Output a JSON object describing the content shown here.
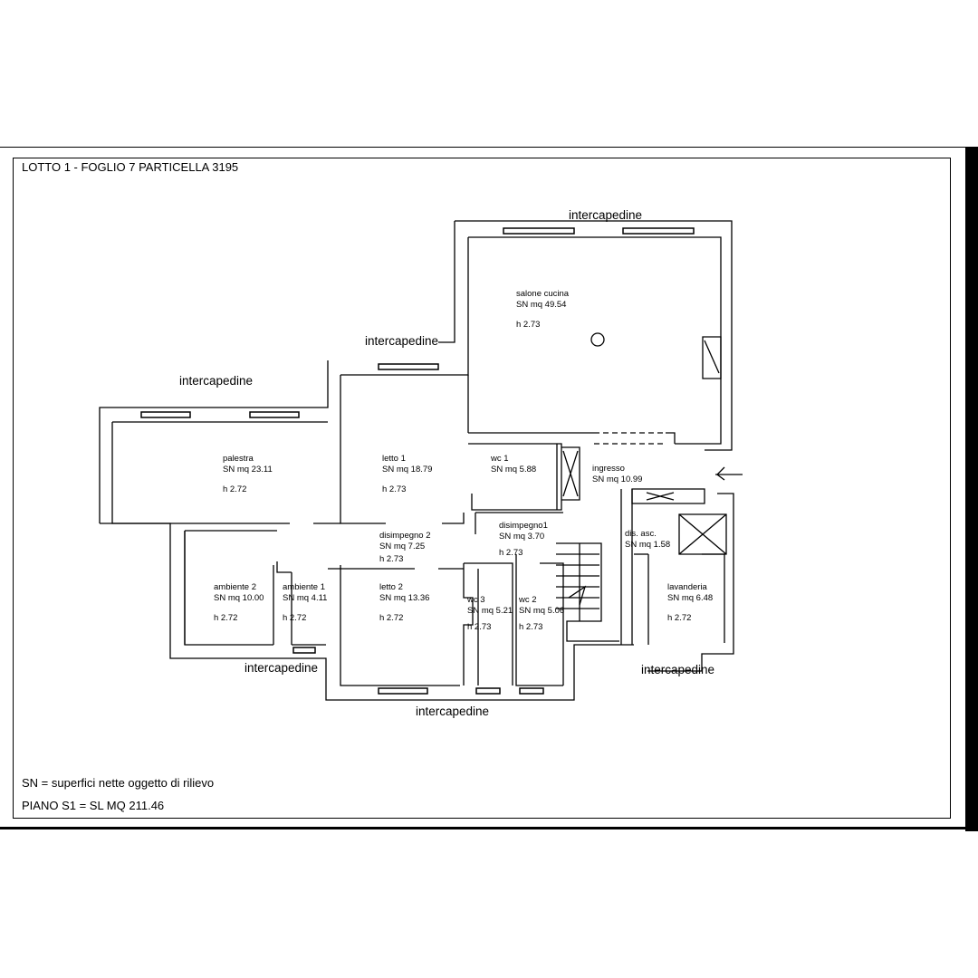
{
  "drawing": {
    "title": "LOTTO 1 - FOGLIO 7 PARTICELLA 3195",
    "legend_sn": "SN = superfici nette oggetto di rilievo",
    "legend_piano": "PIANO S1 = SL MQ 211.46"
  },
  "outside_labels": [
    "intercapedine",
    "intercapedine",
    "intercapedine",
    "intercapedine",
    "intercapedine",
    "intercapedine"
  ],
  "rooms": [
    {
      "name": "salone cucina",
      "area": "SN mq 49.54",
      "height": "h 2.73"
    },
    {
      "name": "palestra",
      "area": "SN mq 23.11",
      "height": "h 2.72"
    },
    {
      "name": "letto 1",
      "area": "SN mq 18.79",
      "height": "h 2.73"
    },
    {
      "name": "wc 1",
      "area": "SN mq 5.88",
      "height": ""
    },
    {
      "name": "ingresso",
      "area": "SN mq 10.99",
      "height": ""
    },
    {
      "name": "disimpegno 2",
      "area": "SN mq 7.25",
      "height": "h 2.73"
    },
    {
      "name": "disimpegno1",
      "area": "SN mq 3.70",
      "height": "h 2.73"
    },
    {
      "name": "dis. asc.",
      "area": "SN mq 1.58",
      "height": ""
    },
    {
      "name": "ambiente 2",
      "area": "SN mq 10.00",
      "height": "h 2.72"
    },
    {
      "name": "ambiente 1",
      "area": "SN mq 4.11",
      "height": "h 2.72"
    },
    {
      "name": "letto 2",
      "area": "SN mq 13.36",
      "height": "h 2.72"
    },
    {
      "name": "wc 3",
      "area": "SN mq 5.21",
      "height": "h 2.73"
    },
    {
      "name": "wc 2",
      "area": "SN mq 5.06",
      "height": "h 2.73"
    },
    {
      "name": "lavanderia",
      "area": "SN mq 6.48",
      "height": "h 2.72"
    }
  ]
}
